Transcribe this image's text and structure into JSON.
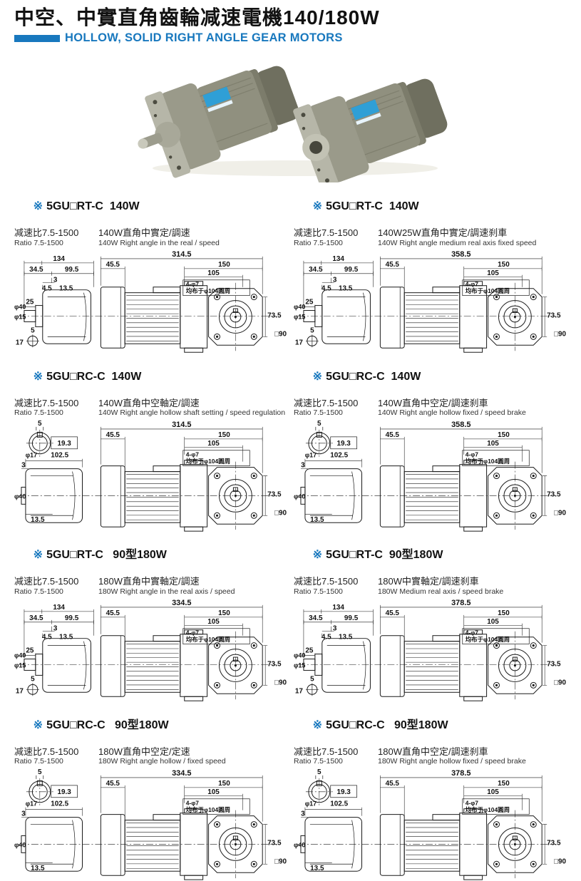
{
  "page": {
    "title": "中空、中實直角齒輪减速電機140/180W",
    "subtitle": "HOLLOW, SOLID RIGHT ANGLE GEAR MOTORS",
    "accent_color": "#1878be"
  },
  "sections": [
    {
      "marker": "※",
      "model": "5GU□RT-C  140W",
      "ratio_cn": "减速比7.5-1500",
      "ratio_en": "Ratio 7.5-1500",
      "desc_cn": "140W直角中實定/調速",
      "desc_en": "140W Right angle in the real / speed",
      "drawing_type": "rt",
      "dims": {
        "overall": "314.5",
        "total_width": "134",
        "shaft_seg": "34.5",
        "body_seg": "99.5",
        "step3": "3",
        "step4_5": "4.5",
        "step13_5": "13.5",
        "dia40": "φ40",
        "shaft_len": "25",
        "dia15": "φ15",
        "key5": "5",
        "bolt17": "17",
        "gearbox_len": "45.5",
        "flange_len": "150",
        "head_len": "105",
        "holes_note1": "4-φ7",
        "holes_note2": "均布于φ104圓周",
        "hole_span": "73.5",
        "square": "□90"
      }
    },
    {
      "marker": "※",
      "model": "5GU□RT-C  140W",
      "ratio_cn": "减速比7.5-1500",
      "ratio_en": "Ratio 7.5-1500",
      "desc_cn": "140W25W直角中實定/調速刹車",
      "desc_en": "140W Right angle medium real axis fixed speed",
      "drawing_type": "rt",
      "dims": {
        "overall": "358.5",
        "total_width": "134",
        "shaft_seg": "34.5",
        "body_seg": "99.5",
        "step3": "3",
        "step4_5": "4.5",
        "step13_5": "13.5",
        "dia40": "φ40",
        "shaft_len": "25",
        "dia15": "φ15",
        "key5": "5",
        "bolt17": "17",
        "gearbox_len": "45.5",
        "flange_len": "150",
        "head_len": "105",
        "holes_note1": "4-φ7",
        "holes_note2": "均布于φ104圓周",
        "hole_span": "73.5",
        "square": "□90"
      }
    },
    {
      "marker": "※",
      "model": "5GU□RC-C  140W",
      "ratio_cn": "减速比7.5-1500",
      "ratio_en": "Ratio 7.5-1500",
      "desc_cn": "140W直角中空軸定/調速",
      "desc_en": "140W Right angle hollow shaft setting / speed regulation",
      "drawing_type": "rc",
      "dims": {
        "overall": "314.5",
        "key5": "5",
        "bore19_3": "19.3",
        "dia17": "φ17",
        "body_len": "102.5",
        "step3": "3",
        "dia40": "φ40",
        "step13_5": "13.5",
        "gearbox_len": "45.5",
        "flange_len": "150",
        "head_len": "105",
        "holes_note1": "4-φ7",
        "holes_note2": "均布于φ104圓周",
        "hole_span": "73.5",
        "square": "□90"
      }
    },
    {
      "marker": "※",
      "model": "5GU□RC-C  140W",
      "ratio_cn": "减速比7.5-1500",
      "ratio_en": "Ratio 7.5-1500",
      "desc_cn": "140W直角中空定/調速刹車",
      "desc_en": "140W Right angle hollow fixed / speed brake",
      "drawing_type": "rc",
      "dims": {
        "overall": "358.5",
        "key5": "5",
        "bore19_3": "19.3",
        "dia17": "φ17",
        "body_len": "102.5",
        "step3": "3",
        "dia40": "φ40",
        "step13_5": "13.5",
        "gearbox_len": "45.5",
        "flange_len": "150",
        "head_len": "105",
        "holes_note1": "4-φ7",
        "holes_note2": "均布于φ104圓周",
        "hole_span": "73.5",
        "square": "□90"
      }
    },
    {
      "marker": "※",
      "model": "5GU□RT-C   90型180W",
      "ratio_cn": "减速比7.5-1500",
      "ratio_en": "Ratio 7.5-1500",
      "desc_cn": "180W直角中實軸定/調速",
      "desc_en": "180W Right angle in the real axis / speed",
      "drawing_type": "rt",
      "dims": {
        "overall": "334.5",
        "total_width": "134",
        "shaft_seg": "34.5",
        "body_seg": "99.5",
        "step3": "3",
        "step4_5": "4.5",
        "step13_5": "13.5",
        "dia40": "φ40",
        "shaft_len": "25",
        "dia15": "φ15",
        "key5": "5",
        "bolt17": "17",
        "gearbox_len": "45.5",
        "flange_len": "150",
        "head_len": "105",
        "holes_note1": "4-φ7",
        "holes_note2": "均布于φ104圓周",
        "hole_span": "73.5",
        "square": "□90"
      }
    },
    {
      "marker": "※",
      "model": "5GU□RT-C  90型180W",
      "ratio_cn": "减速比7.5-1500",
      "ratio_en": "Ratio 7.5-1500",
      "desc_cn": "180W中實軸定/調速刹車",
      "desc_en": "180W Medium real axis / speed brake",
      "drawing_type": "rt",
      "dims": {
        "overall": "378.5",
        "total_width": "134",
        "shaft_seg": "34.5",
        "body_seg": "99.5",
        "step3": "3",
        "step4_5": "4.5",
        "step13_5": "13.5",
        "dia40": "φ40",
        "shaft_len": "25",
        "dia15": "φ15",
        "key5": "5",
        "bolt17": "17",
        "gearbox_len": "45.5",
        "flange_len": "150",
        "head_len": "105",
        "holes_note1": "4-φ7",
        "holes_note2": "均布于φ104圓周",
        "hole_span": "73.5",
        "square": "□90"
      }
    },
    {
      "marker": "※",
      "model": "5GU□RC-C   90型180W",
      "ratio_cn": "减速比7.5-1500",
      "ratio_en": "Ratio 7.5-1500",
      "desc_cn": "180W直角中空定/定速",
      "desc_en": "180W Right angle hollow / fixed speed",
      "drawing_type": "rc",
      "dims": {
        "overall": "334.5",
        "key5": "5",
        "bore19_3": "19.3",
        "dia17": "φ17",
        "body_len": "102.5",
        "step3": "3",
        "dia40": "φ40",
        "step13_5": "13.5",
        "gearbox_len": "45.5",
        "flange_len": "150",
        "head_len": "105",
        "holes_note1": "4-φ7",
        "holes_note2": "均布于φ104圓周",
        "hole_span": "73.5",
        "square": "□90"
      }
    },
    {
      "marker": "※",
      "model": "5GU□RC-C   90型180W",
      "ratio_cn": "减速比7.5-1500",
      "ratio_en": "Ratio 7.5-1500",
      "desc_cn": "180W直角中空定/調速刹車",
      "desc_en": "180W Right angle hollow fixed / speed brake",
      "drawing_type": "rc",
      "dims": {
        "overall": "378.5",
        "key5": "5",
        "bore19_3": "19.3",
        "dia17": "φ17",
        "body_len": "102.5",
        "step3": "3",
        "dia40": "φ40",
        "step13_5": "13.5",
        "gearbox_len": "45.5",
        "flange_len": "150",
        "head_len": "105",
        "holes_note1": "4-φ7",
        "holes_note2": "均布于φ104圓周",
        "hole_span": "73.5",
        "square": "□90"
      }
    }
  ]
}
